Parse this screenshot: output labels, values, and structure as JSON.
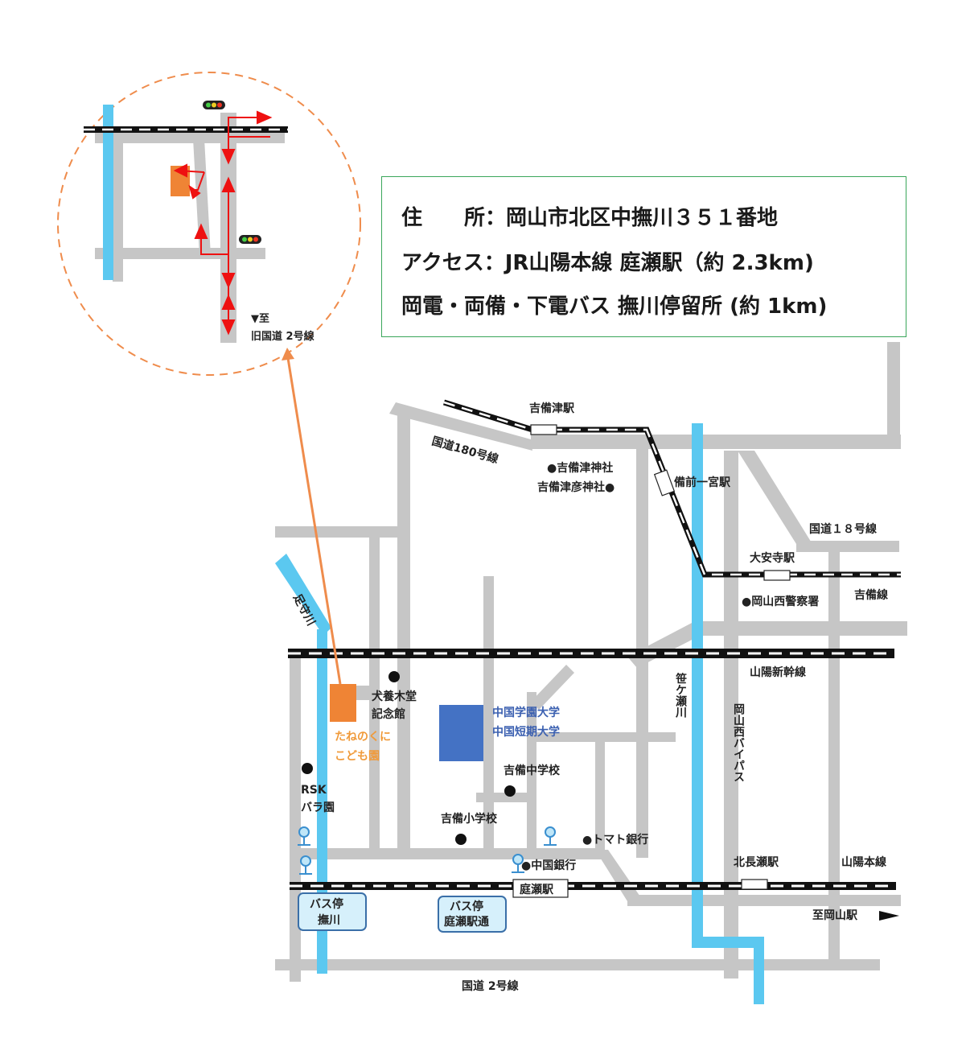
{
  "info": {
    "address_label": "住　　所",
    "address_value": "：岡山市北区中撫川３５１番地",
    "access_label": "アクセス",
    "access_value": "：JR山陽本線 庭瀬駅（約 2.3km)",
    "bus_line": "岡電・両備・下電バス 撫川停留所 (約 1km)"
  },
  "inset": {
    "direction_text": "▼至",
    "direction_road": "旧国道 2号線"
  },
  "map": {
    "stations": {
      "kibitsu": "吉備津駅",
      "bizen_ichinomiya": "備前一宮駅",
      "daianji": "大安寺駅",
      "kitanagase": "北長瀬駅",
      "niwase": "庭瀬駅"
    },
    "roads": {
      "route180": "国道180号線",
      "route18": "国道１８号線",
      "route2": "国道 2号線",
      "bypass": "岡山西バイパス"
    },
    "railways": {
      "kibi_line": "吉備線",
      "sanyo_shinkansen": "山陽新幹線",
      "sanyo_main": "山陽本線",
      "to_okayama": "至岡山駅"
    },
    "rivers": {
      "minamigawa": "足守川",
      "sasagase": "笹ケ瀬川"
    },
    "landmarks": {
      "kibitsu_shrine": "●吉備津神社",
      "kibitsuhiko_shrine": "吉備津彦神社●",
      "police": "●岡山西警察署",
      "inukai_1": "犬養木堂",
      "inukai_2": "記念館",
      "chugoku_univ": "中国学園大学",
      "chugoku_junior": "中国短期大学",
      "kibi_jhs": "吉備中学校",
      "kibi_es": "吉備小学校",
      "rsk_1": "RSK",
      "rsk_2": "バラ園",
      "tomato_bank": "●トマト銀行",
      "chugoku_bank": "●中国銀行"
    },
    "school": {
      "name_1": "たねのくに",
      "name_2": "こども園"
    },
    "bus_stops": {
      "natsumekawa_1": "バス停",
      "natsumekawa_2": "撫川",
      "niwase_1": "バス停",
      "niwase_2": "庭瀬駅通"
    }
  },
  "colors": {
    "road": "#c6c6c6",
    "river": "#5bc8f0",
    "school": "#ef8435",
    "university": "#4472c4",
    "arrow": "#ee1111",
    "inset_border": "#ef8c4c",
    "info_border": "#3aa65a"
  }
}
